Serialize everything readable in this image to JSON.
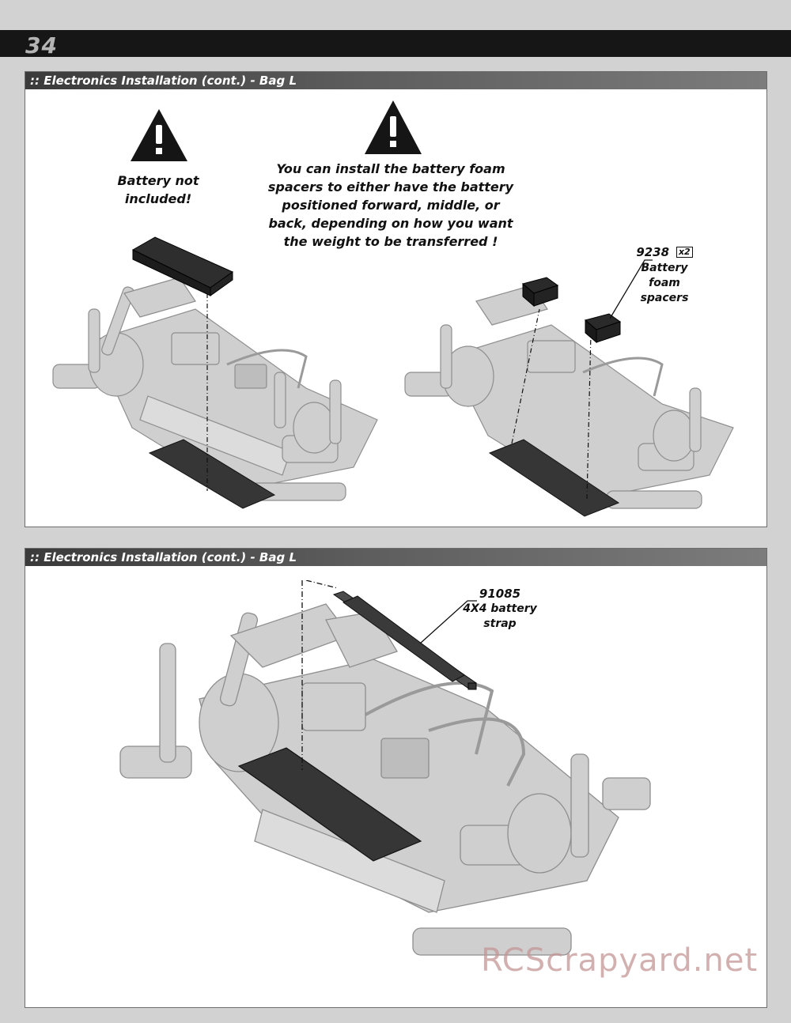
{
  "page": {
    "number": "34"
  },
  "section1": {
    "title": ":: Electronics Installation (cont.) - Bag L",
    "warning_left": {
      "line1": "Battery not",
      "line2": "included!"
    },
    "warning_center": {
      "lines": [
        "You can install the battery foam",
        "spacers to either have the battery",
        "positioned forward, middle, or",
        "back, depending on how you want",
        "the weight to be transferred !"
      ]
    },
    "callout": {
      "part_number": "9238",
      "quantity": "x2",
      "lines": [
        "Battery",
        "foam",
        "spacers"
      ]
    }
  },
  "section2": {
    "title": ":: Electronics Installation (cont.) - Bag L",
    "callout": {
      "part_number": "91085",
      "lines": [
        "4X4 battery",
        "strap"
      ]
    }
  },
  "watermark": "RCScrapyard.net",
  "colors": {
    "header_bg": "#161616",
    "title_bar": "#4a4a4a",
    "page_bg": "#d2d2d2",
    "chassis": "#c8c8c8",
    "battery": "#3a3a3a"
  }
}
